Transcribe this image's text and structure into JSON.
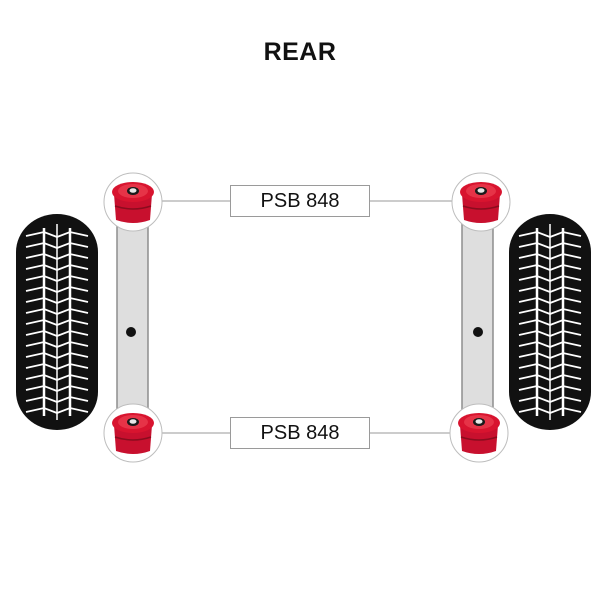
{
  "title": "REAR",
  "labels": {
    "top": "PSB 848",
    "bottom": "PSB 848"
  },
  "colors": {
    "bushing_red": "#c8102e",
    "bushing_dark": "#8a0c1e",
    "arm_fill": "#dedede",
    "arm_stroke": "#8d8d8d",
    "tyre": "#111111",
    "tread": "#ffffff"
  }
}
